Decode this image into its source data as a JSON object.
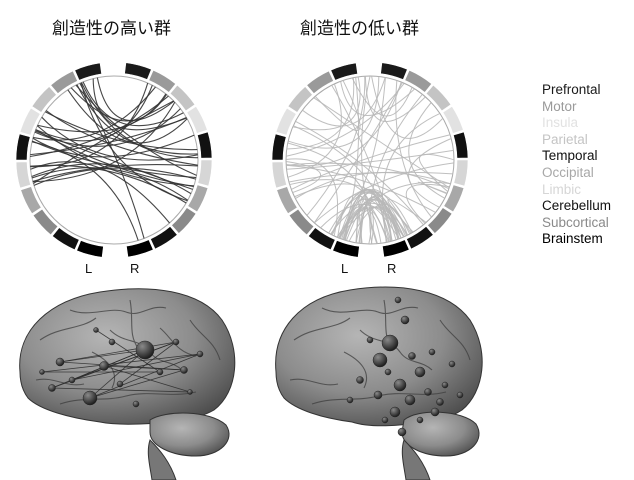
{
  "titles": {
    "high": "創造性の高い群",
    "low": "創造性の低い群"
  },
  "hemisphere_labels": {
    "left": "L",
    "right": "R"
  },
  "legend": [
    {
      "label": "Prefrontal",
      "color": "#1a1a1a"
    },
    {
      "label": "Motor",
      "color": "#9a9a9a"
    },
    {
      "label": "Insula",
      "color": "#e2e2e2"
    },
    {
      "label": "Parietal",
      "color": "#c4c4c4"
    },
    {
      "label": "Temporal",
      "color": "#111111"
    },
    {
      "label": "Occipital",
      "color": "#a8a8a8"
    },
    {
      "label": "Limbic",
      "color": "#d6d6d6"
    },
    {
      "label": "Cerebellum",
      "color": "#111111"
    },
    {
      "label": "Subcortical",
      "color": "#8a8a8a"
    },
    {
      "label": "Brainstem",
      "color": "#000000"
    }
  ],
  "colors": {
    "connection_high": "#333333",
    "connection_low": "#b8b8b8",
    "brain_fill": "#8a8a8a",
    "node": "#3c3c3c"
  }
}
